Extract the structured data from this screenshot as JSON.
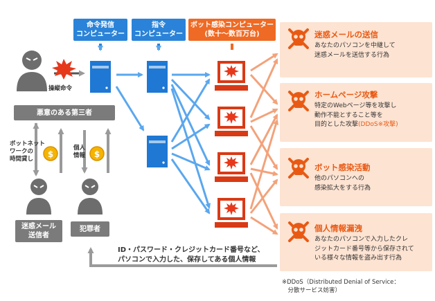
{
  "labels": {
    "command_computer": "命令発信\nコンピューター",
    "relay_computer": "指令\nコンピューター",
    "bot_computers": "ボット感染コンピューター\n(数十～数百万台)"
  },
  "actors": {
    "malicious_third_party": "悪意のある第三者",
    "spam_sender": "迷惑メール\n送信者",
    "criminal": "犯罪者"
  },
  "annotations": {
    "operation_command": "操縦命令",
    "botnet_lending": "ボットネット\nワークの\n時間貸し",
    "personal_info": "個人\n情報"
  },
  "threats": [
    {
      "title": "迷惑メールの送信",
      "desc": "あなたのパソコンを中継して\n迷惑メールを送信する行為"
    },
    {
      "title": "ホームページ攻撃",
      "desc": "特定のWebページ等を攻撃し\n動作不能とすること等を\n目的とした攻撃",
      "desc_red": "(DDoS※攻撃)"
    },
    {
      "title": "ボット感染活動",
      "desc": "他のパソコンへの\n感染拡大をする行為"
    },
    {
      "title": "個人情報漏洩",
      "desc": "あなたのパソコンで入力したクレ\nジットカード番号等から保存されて\nいる様々な情報を盗み出す行為"
    }
  ],
  "bottom_text": "ID・パスワード・クレジットカード番号など、\nパソコンで入力した、保存してある個人情報",
  "footnote": "※DDoS（Distributed Denial of Service：\n　分散サービス妨害）",
  "colors": {
    "blue": "#2a83d8",
    "orange": "#ef6a24",
    "gray": "#7b7b7b",
    "panel": "#fde3d2",
    "red": "#e85a14"
  }
}
